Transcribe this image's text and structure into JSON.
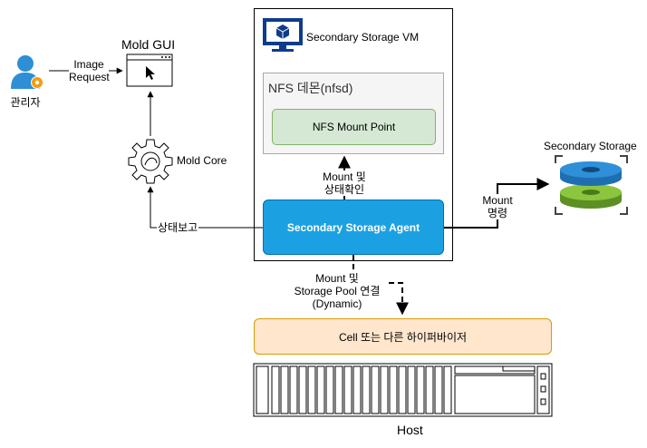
{
  "admin": {
    "label": "관리자"
  },
  "image_request": {
    "line1": "Image",
    "line2": "Request"
  },
  "mold_gui": {
    "label": "Mold GUI"
  },
  "mold_core": {
    "label": "Mold Core"
  },
  "status_report": {
    "label": "상태보고"
  },
  "vm": {
    "title": "Secondary Storage VM"
  },
  "nfsd": {
    "label": "NFS 데몬(nfsd)"
  },
  "nfs_mount_point": {
    "label": "NFS Mount Point"
  },
  "mount_check": {
    "line1": "Mount 및",
    "line2": "상태확인"
  },
  "agent": {
    "label": "Secondary Storage Agent"
  },
  "mount_command": {
    "line1": "Mount",
    "line2": "명령"
  },
  "secondary_storage": {
    "label": "Secondary Storage"
  },
  "pool_connect": {
    "line1": "Mount 및",
    "line2": "Storage Pool 연결",
    "line3": "(Dynamic)"
  },
  "cell": {
    "label": "Cell 또는 다른 하이퍼바이저"
  },
  "host": {
    "label": "Host"
  },
  "colors": {
    "agent_fill": "#1ba1e2",
    "mount_point_fill": "#d5e8d4",
    "cell_fill": "#ffe6cc",
    "nfsd_fill": "#f5f5f5",
    "vm_icon": "#0e3c8c",
    "storage_blue": "#2f8fd8",
    "storage_green": "#8cc63e"
  },
  "icons": [
    "user-gear-icon",
    "browser-window-icon",
    "gear-icon",
    "vm-monitor-icon",
    "storage-disks-icon",
    "server-rack-icon"
  ]
}
